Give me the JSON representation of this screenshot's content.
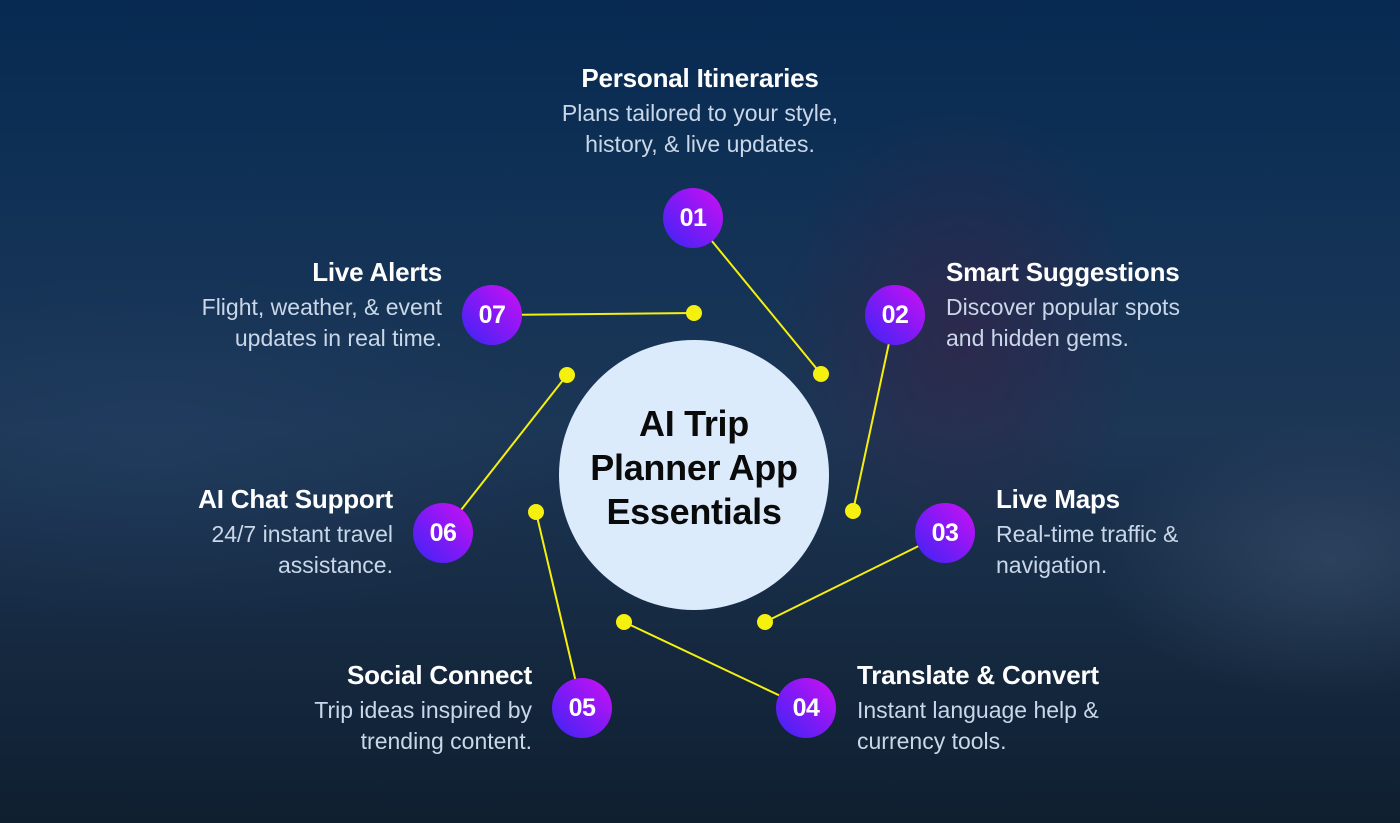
{
  "diagram": {
    "center": {
      "title": "AI Trip Planner App Essentials",
      "lines": [
        "AI Trip",
        "Planner App",
        "Essentials"
      ],
      "fill_color": "#dcebfb"
    },
    "colors": {
      "connector": "#f5f00e",
      "badge_gradient_start": "#d010f4",
      "badge_gradient_end": "#3b25f5",
      "title_text": "#ffffff",
      "desc_text": "#c9d7e8"
    },
    "features": [
      {
        "number": "01",
        "title": "Personal Itineraries",
        "desc_lines": [
          "Plans tailored to your style,",
          "history, & live updates."
        ]
      },
      {
        "number": "02",
        "title": "Smart Suggestions",
        "desc_lines": [
          "Discover popular spots",
          "and hidden gems."
        ]
      },
      {
        "number": "03",
        "title": "Live Maps",
        "desc_lines": [
          "Real-time traffic &",
          "navigation."
        ]
      },
      {
        "number": "04",
        "title": "Translate & Convert",
        "desc_lines": [
          "Instant language help &",
          "currency tools."
        ]
      },
      {
        "number": "05",
        "title": "Social Connect",
        "desc_lines": [
          "Trip ideas inspired by",
          "trending content."
        ]
      },
      {
        "number": "06",
        "title": "AI Chat Support",
        "desc_lines": [
          "24/7 instant travel",
          "assistance."
        ]
      },
      {
        "number": "07",
        "title": "Live Alerts",
        "desc_lines": [
          "Flight, weather, & event",
          "updates in real time."
        ]
      }
    ]
  }
}
